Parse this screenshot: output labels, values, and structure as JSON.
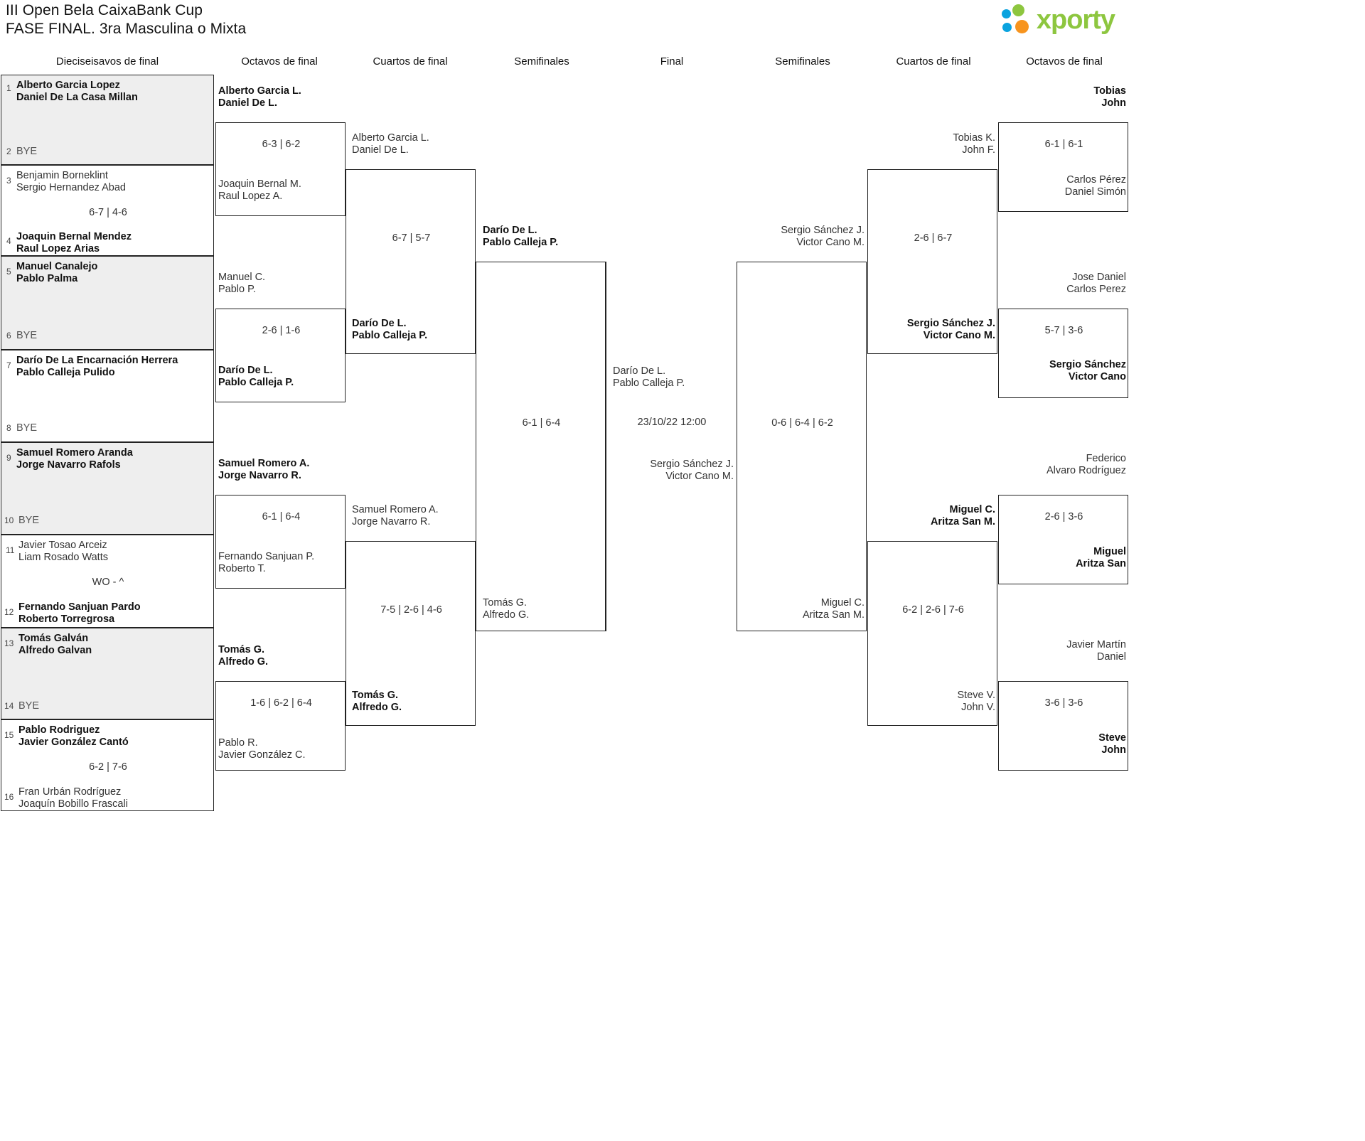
{
  "header": {
    "title_line1": "III Open Bela CaixaBank Cup",
    "title_line2": "FASE FINAL. 3ra Masculina o Mixta",
    "logo_text": "xporty"
  },
  "round_headers": [
    {
      "label": "Dieciseisavos de final"
    },
    {
      "label": "Octavos de final"
    },
    {
      "label": "Cuartos de final"
    },
    {
      "label": "Semifinales"
    },
    {
      "label": "Final"
    },
    {
      "label": "Semifinales"
    },
    {
      "label": "Cuartos de final"
    },
    {
      "label": "Octavos de final"
    }
  ],
  "left_seeds": [
    {
      "n": "1",
      "p1": "Alberto Garcia Lopez",
      "p2": "Daniel De La Casa Millan",
      "winner": true
    },
    {
      "n": "2",
      "bye": "BYE"
    },
    {
      "n": "3",
      "p1": "Benjamin Borneklint",
      "p2": "Sergio Hernandez Abad",
      "winner": false
    },
    {
      "n": "4",
      "p1": "Joaquin Bernal Mendez",
      "p2": "Raul Lopez Arias",
      "winner": true
    },
    {
      "n": "5",
      "p1": "Manuel Canalejo",
      "p2": "Pablo Palma",
      "winner": true
    },
    {
      "n": "6",
      "bye": "BYE"
    },
    {
      "n": "7",
      "p1": "Darío De La Encarnación Herrera",
      "p2": "Pablo Calleja Pulido",
      "winner": true
    },
    {
      "n": "8",
      "bye": "BYE"
    },
    {
      "n": "9",
      "p1": "Samuel Romero Aranda",
      "p2": "Jorge Navarro Rafols",
      "winner": true
    },
    {
      "n": "10",
      "bye": "BYE"
    },
    {
      "n": "11",
      "p1": "Javier Tosao Arceiz",
      "p2": "Liam Rosado Watts",
      "winner": false
    },
    {
      "n": "12",
      "p1": "Fernando Sanjuan Pardo",
      "p2": "Roberto Torregrosa",
      "winner": true
    },
    {
      "n": "13",
      "p1": "Tomás Galván",
      "p2": "Alfredo Galvan",
      "winner": true
    },
    {
      "n": "14",
      "bye": "BYE"
    },
    {
      "n": "15",
      "p1": "Pablo Rodriguez",
      "p2": "Javier González Cantó",
      "winner": true
    },
    {
      "n": "16",
      "p1": "Fran Urbán Rodríguez",
      "p2": "Joaquín Bobillo Frascali",
      "winner": false
    }
  ],
  "left_seed_scores": [
    {
      "score": "6-7 | 4-6"
    },
    {
      "score": "WO - ^"
    },
    {
      "score": "6-2 | 7-6"
    }
  ],
  "left_r16": [
    {
      "p1": "Alberto Garcia L.",
      "p2": "Daniel De L.",
      "winner": true
    },
    {
      "p1": "Joaquin Bernal M.",
      "p2": "Raul Lopez A.",
      "winner": false
    },
    {
      "p1": "Manuel C.",
      "p2": "Pablo P.",
      "winner": false
    },
    {
      "p1": "Darío De L.",
      "p2": "Pablo Calleja P.",
      "winner": true
    },
    {
      "p1": "Samuel Romero A.",
      "p2": "Jorge Navarro R.",
      "winner": true
    },
    {
      "p1": "Fernando Sanjuan P.",
      "p2": "Roberto T.",
      "winner": false
    },
    {
      "p1": "Tomás G.",
      "p2": "Alfredo G.",
      "winner": true
    },
    {
      "p1": "Pablo R.",
      "p2": "Javier González C.",
      "winner": false
    }
  ],
  "left_r16_scores": [
    "6-3 | 6-2",
    "2-6 | 1-6",
    "6-1 | 6-4",
    "1-6 | 6-2 | 6-4"
  ],
  "left_qf": [
    {
      "p1": "Alberto Garcia L.",
      "p2": "Daniel De L.",
      "winner": false
    },
    {
      "p1": "Darío De L.",
      "p2": "Pablo Calleja P.",
      "winner": true
    },
    {
      "p1": "Samuel Romero A.",
      "p2": "Jorge Navarro R.",
      "winner": false
    },
    {
      "p1": "Tomás G.",
      "p2": "Alfredo G.",
      "winner": true
    }
  ],
  "left_qf_scores": [
    "6-7 | 5-7",
    "7-5 | 2-6 | 4-6"
  ],
  "left_sf": [
    {
      "p1": "Darío De L.",
      "p2": "Pablo Calleja P.",
      "winner": true
    },
    {
      "p1": "Tomás G.",
      "p2": "Alfredo G.",
      "winner": false
    }
  ],
  "left_sf_scores": [
    "6-1 | 6-4"
  ],
  "final": {
    "left_team": {
      "p1": "Darío De L.",
      "p2": "Pablo Calleja P."
    },
    "right_team": {
      "p1": "Sergio Sánchez J.",
      "p2": "Victor Cano M."
    },
    "date": "23/10/22 12:00"
  },
  "right_sf": [
    {
      "p1": "Sergio Sánchez J.",
      "p2": "Victor Cano M.",
      "winner": true
    },
    {
      "p1": "Miguel C.",
      "p2": "Aritza San M.",
      "winner": false
    }
  ],
  "right_sf_scores": [
    "0-6 | 6-4 | 6-2"
  ],
  "right_qf": [
    {
      "p1": "Tobias K.",
      "p2": "John F.",
      "winner": false
    },
    {
      "p1": "Sergio Sánchez J.",
      "p2": "Victor Cano M.",
      "winner": true
    },
    {
      "p1": "Miguel C.",
      "p2": "Aritza San M.",
      "winner": true
    },
    {
      "p1": "Steve V.",
      "p2": "John V.",
      "winner": false
    }
  ],
  "right_qf_scores": [
    "2-6 | 6-7",
    "6-2 | 2-6 | 7-6"
  ],
  "right_r16": [
    {
      "p1": "Tobias",
      "p2": "John",
      "winner": true
    },
    {
      "p1": "Carlos Pérez",
      "p2": "Daniel Simón",
      "winner": false
    },
    {
      "p1": "Jose Daniel",
      "p2": "Carlos Perez",
      "winner": false
    },
    {
      "p1": "Sergio Sánchez",
      "p2": "Victor Cano",
      "winner": true
    },
    {
      "p1": "Federico",
      "p2": "Alvaro Rodríguez",
      "winner": false
    },
    {
      "p1": "Miguel",
      "p2": "Aritza San",
      "winner": true
    },
    {
      "p1": "Javier Martín",
      "p2": "Daniel",
      "winner": false
    },
    {
      "p1": "Steve",
      "p2": "John",
      "winner": true
    }
  ],
  "right_r16_scores": [
    "6-1 | 6-1",
    "5-7 | 3-6",
    "2-6 | 3-6",
    "3-6 | 3-6"
  ]
}
